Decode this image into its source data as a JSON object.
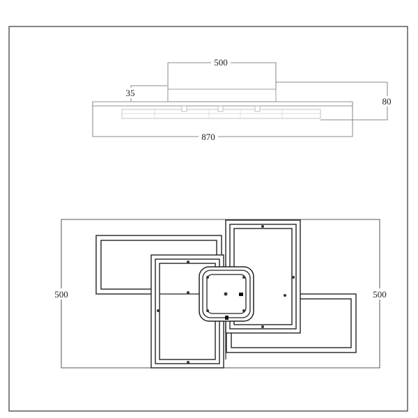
{
  "side_view": {
    "width_top": "500",
    "height_small": "35",
    "height_total": "80",
    "width_total": "870"
  },
  "top_view": {
    "depth_left": "500",
    "depth_right": "500"
  }
}
